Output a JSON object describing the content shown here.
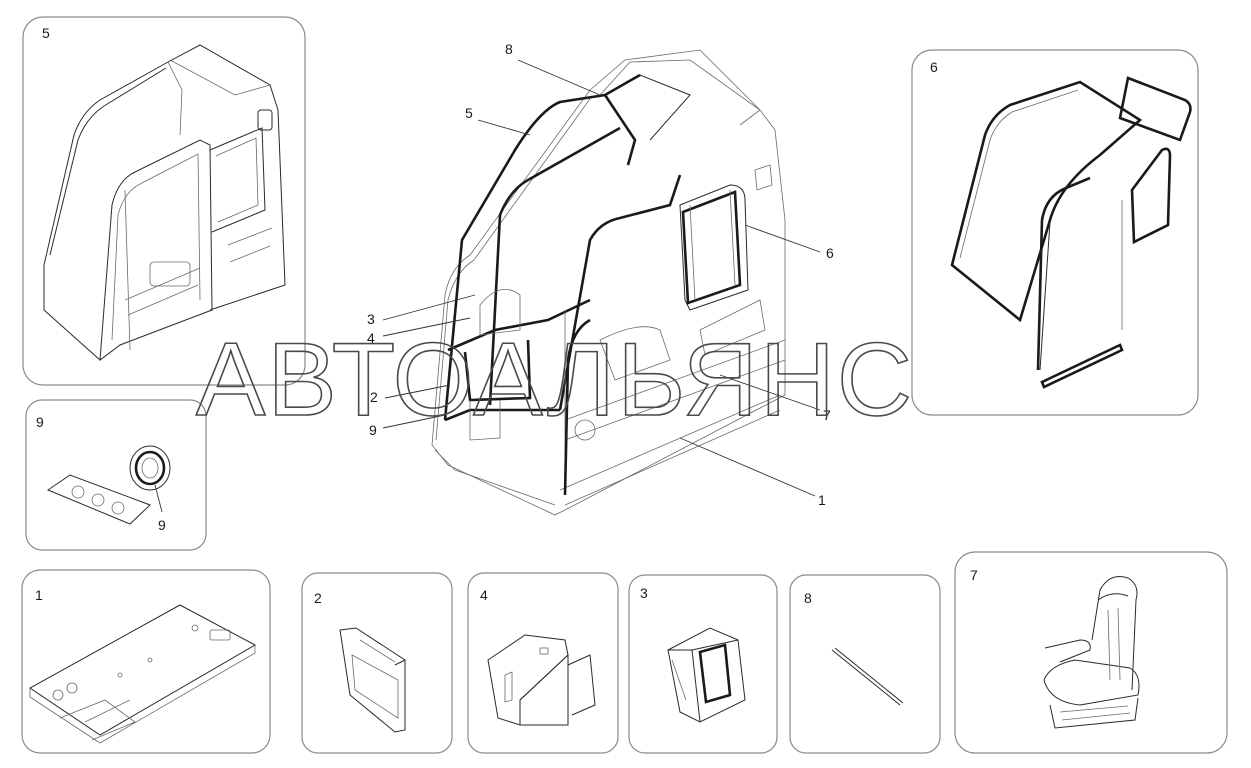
{
  "watermark": "АВТОАЛЬЯНС",
  "panels": [
    {
      "id": "panel-5",
      "label": "5"
    },
    {
      "id": "panel-9",
      "label": "9"
    },
    {
      "id": "panel-6",
      "label": "6"
    },
    {
      "id": "panel-1",
      "label": "1"
    },
    {
      "id": "panel-2",
      "label": "2"
    },
    {
      "id": "panel-4",
      "label": "4"
    },
    {
      "id": "panel-3",
      "label": "3"
    },
    {
      "id": "panel-8",
      "label": "8"
    },
    {
      "id": "panel-7",
      "label": "7"
    }
  ],
  "panel_9_callout": "9",
  "main_callouts": {
    "c8": "8",
    "c5": "5",
    "c6": "6",
    "c3": "3",
    "c4": "4",
    "c2": "2",
    "c9": "9",
    "c7": "7",
    "c1": "1"
  }
}
